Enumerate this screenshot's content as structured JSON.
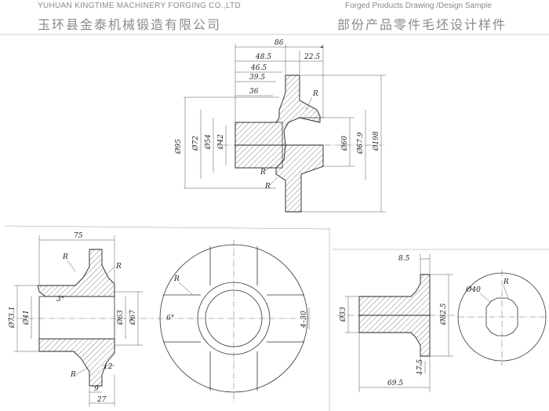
{
  "header": {
    "company_en": "YUHUAN KINGTIME MACHINERY FORGING CO.,LTD",
    "company_zh": "玉环县金泰机械锻造有限公司",
    "section_en": "Forged Products Drawing /Design Sample",
    "section_zh": "部份产品零件毛坯设计样件"
  },
  "drawing1": {
    "d86": "86",
    "d485": "48.5",
    "d225": "22.5",
    "d465": "46.5",
    "d395": "39.5",
    "d36": "36",
    "r_top": "R",
    "phi95": "Ø95",
    "phi72": "Ø72",
    "phi54": "Ø54",
    "phi42": "Ø42",
    "phi60": "Ø60",
    "phi679": "Ø67.9",
    "phi198": "Ø198",
    "r_mid": "R",
    "r_low": "R"
  },
  "drawing2": {
    "d75": "75",
    "r_a": "R",
    "r_b": "R",
    "r_c": "R",
    "deg3": "3°",
    "phi731": "Ø73.1",
    "phi41": "Ø41",
    "phi63": "Ø63",
    "phi67": "Ø67",
    "d12": "12",
    "d9": "9",
    "d27": "27"
  },
  "drawing3": {
    "r": "R",
    "deg6": "6°",
    "d30": "4–30"
  },
  "drawing4": {
    "d85": "8.5",
    "phi33": "Ø33",
    "phi825": "Ø82.5",
    "d175": "17.5",
    "d695": "69.5",
    "phi40": "Ø40",
    "r": "R"
  }
}
